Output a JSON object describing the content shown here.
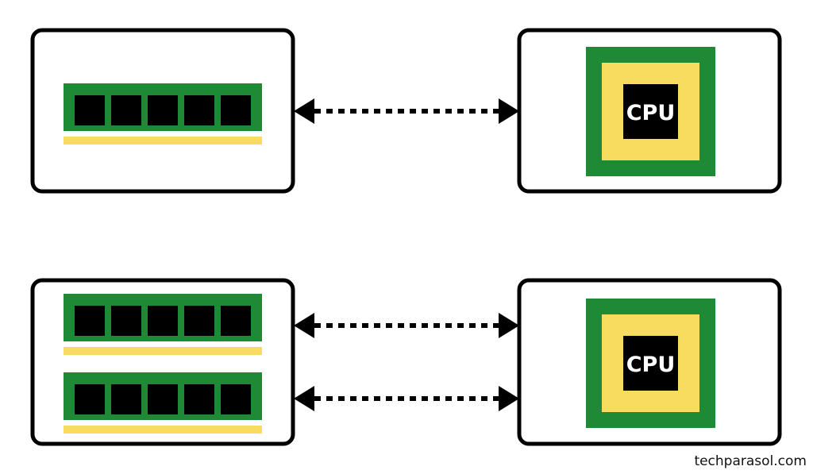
{
  "colors": {
    "box_border": "#000000",
    "ram_board": "#1e8a35",
    "ram_chip": "#000000",
    "ram_contacts": "#f7dc5f",
    "cpu_outer": "#1e8a35",
    "cpu_inner": "#f7dc5f",
    "cpu_core": "#000000",
    "cpu_label": "#ffffff",
    "arrow": "#000000"
  },
  "icons": [
    "ram-module-icon",
    "cpu-chip-icon",
    "double-headed-dotted-arrow-icon"
  ],
  "diagrams": [
    {
      "ram_modules": 1,
      "ram_chips_per_module": 5,
      "cpu_label": "CPU",
      "links": 1
    },
    {
      "ram_modules": 2,
      "ram_chips_per_module": 5,
      "cpu_label": "CPU",
      "links": 2
    }
  ],
  "watermark": "techparasol.com"
}
